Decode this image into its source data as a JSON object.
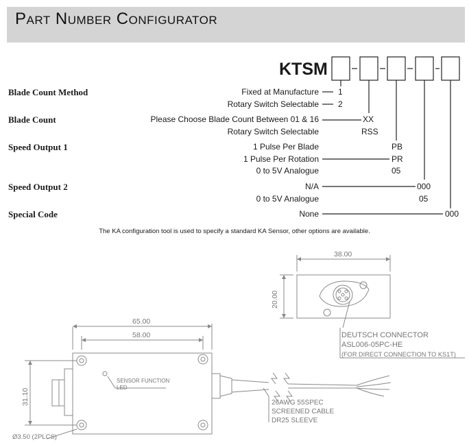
{
  "title": "Part Number Configurator",
  "prefix": "KTSM",
  "rows": [
    {
      "label": "Blade Count Method",
      "options": [
        {
          "text": "Fixed at Manufacture",
          "code": "1"
        },
        {
          "text": "Rotary Switch Selectable",
          "code": "2"
        }
      ]
    },
    {
      "label": "Blade Count",
      "options": [
        {
          "text": "Please Choose Blade Count Between 01 & 16",
          "code": "XX"
        },
        {
          "text": "Rotary Switch Selectable",
          "code": "RSS"
        }
      ]
    },
    {
      "label": "Speed Output 1",
      "options": [
        {
          "text": "1 Pulse Per Blade",
          "code": "PB"
        },
        {
          "text": "1 Pulse Per Rotation",
          "code": "PR"
        },
        {
          "text": "0 to 5V Analogue",
          "code": "05"
        }
      ]
    },
    {
      "label": "Speed Output 2",
      "options": [
        {
          "text": "N/A",
          "code": "000"
        },
        {
          "text": "0 to 5V Analogue",
          "code": "05"
        }
      ]
    },
    {
      "label": "Special Code",
      "options": [
        {
          "text": "None",
          "code": "000"
        }
      ]
    }
  ],
  "note": "The KA configuration tool is used to specify a standard KA Sensor, other options are available.",
  "drawing": {
    "dim_38": "38.00",
    "dim_20": "20.00",
    "dim_65": "65.00",
    "dim_58": "58.00",
    "dim_31": "31.10",
    "hole": "Ø3.50 (2PLCS)",
    "connector_1": "DEUTSCH CONNECTOR",
    "connector_2": "ASL006-05PC-HE",
    "connector_3": "(FOR DIRECT CONNECTION TO KS1T)",
    "led_1": "SENSOR FUNCTION",
    "led_2": "LED",
    "cable_1": "26AWG 55SPEC",
    "cable_2": "SCREENED CABLE",
    "cable_3": "DR25 SLEEVE"
  }
}
